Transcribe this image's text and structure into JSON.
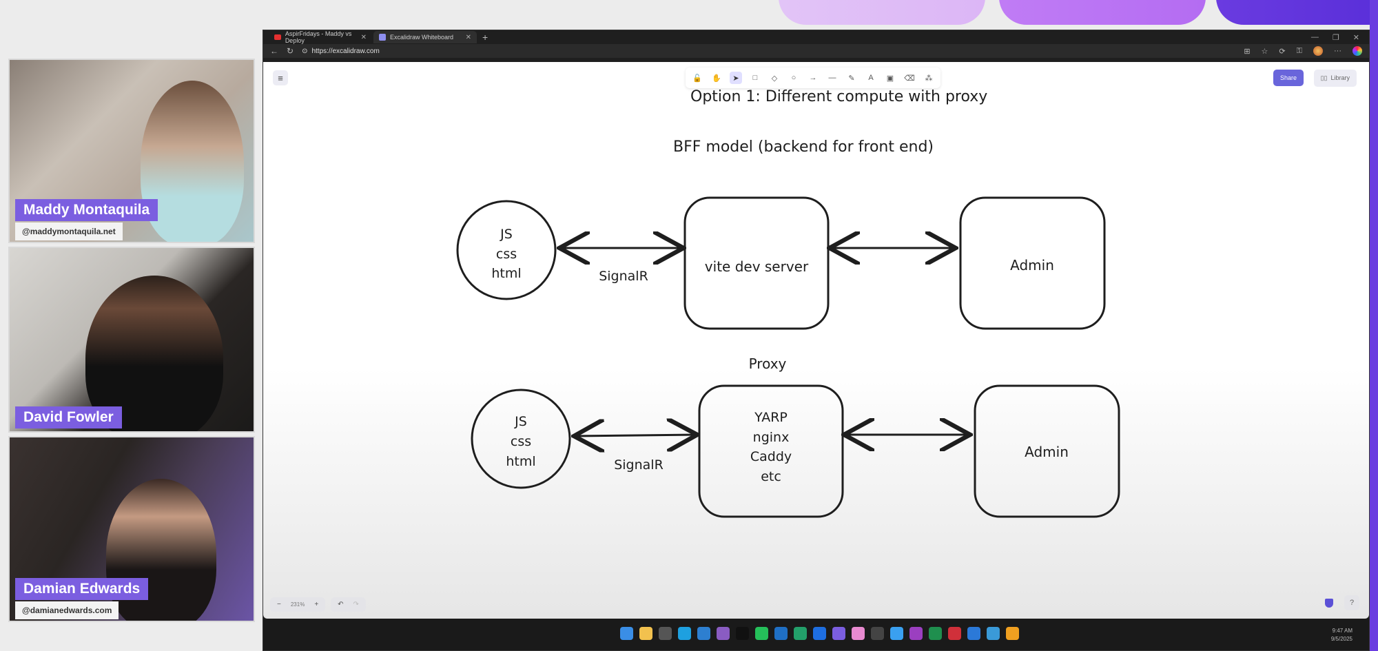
{
  "participants": [
    {
      "name": "Maddy Montaquila",
      "handle": "@maddymontaquila.net"
    },
    {
      "name": "David Fowler",
      "handle": ""
    },
    {
      "name": "Damian Edwards",
      "handle": "@damianedwards.com"
    }
  ],
  "browser": {
    "tabs": [
      {
        "label": "AspirFridays - Maddy vs Deploy",
        "icon": "youtube-icon",
        "active": false
      },
      {
        "label": "Excalidraw Whiteboard",
        "icon": "excalidraw-icon",
        "active": true
      }
    ],
    "new_tab": "+",
    "url": "https://excalidraw.com",
    "window_controls": [
      "—",
      "❐",
      "✕"
    ]
  },
  "excalidraw": {
    "menu_icon": "≡",
    "tools": [
      {
        "name": "lock",
        "glyph": "🔓",
        "active": false
      },
      {
        "name": "hand",
        "glyph": "✋",
        "active": false
      },
      {
        "name": "selection",
        "glyph": "➤",
        "active": true
      },
      {
        "name": "rectangle",
        "glyph": "□",
        "active": false
      },
      {
        "name": "diamond",
        "glyph": "◇",
        "active": false
      },
      {
        "name": "ellipse",
        "glyph": "○",
        "active": false
      },
      {
        "name": "arrow",
        "glyph": "→",
        "active": false
      },
      {
        "name": "line",
        "glyph": "—",
        "active": false
      },
      {
        "name": "draw",
        "glyph": "✎",
        "active": false
      },
      {
        "name": "text",
        "glyph": "A",
        "active": false
      },
      {
        "name": "image",
        "glyph": "▣",
        "active": false
      },
      {
        "name": "eraser",
        "glyph": "⌫",
        "active": false
      },
      {
        "name": "extra-tools",
        "glyph": "⁂",
        "active": false
      }
    ],
    "share_label": "Share",
    "library_label": "Library",
    "zoom_level": "231%",
    "zoom_out": "−",
    "zoom_in": "+",
    "undo": "↶",
    "redo": "↷",
    "help": "?"
  },
  "diagram": {
    "title": "Option 1: Different compute with proxy",
    "subtitle": "BFF model (backend for front end)",
    "row1": {
      "client": [
        "JS",
        "css",
        "html"
      ],
      "link_label": "SignalR",
      "server": "vite dev server",
      "backend": "Admin"
    },
    "proxy_label": "Proxy",
    "row2": {
      "client": [
        "JS",
        "css",
        "html"
      ],
      "link_label": "SignalR",
      "proxy": [
        "YARP",
        "nginx",
        "Caddy",
        "etc"
      ],
      "backend": "Admin"
    }
  },
  "taskbar": {
    "apps": [
      "start",
      "file-explorer",
      "terminal",
      "edge",
      "vscode",
      "visual-studio",
      "x",
      "whatsapp",
      "outlook",
      "vscode-insiders",
      "outlook-new",
      "teams",
      "copilot",
      "obs",
      "edge-dev",
      "onenote",
      "excel",
      "xbox",
      "azure",
      "azure-data-studio",
      "powertoys"
    ],
    "time": "9:47 AM",
    "date": "9/5/2025"
  }
}
